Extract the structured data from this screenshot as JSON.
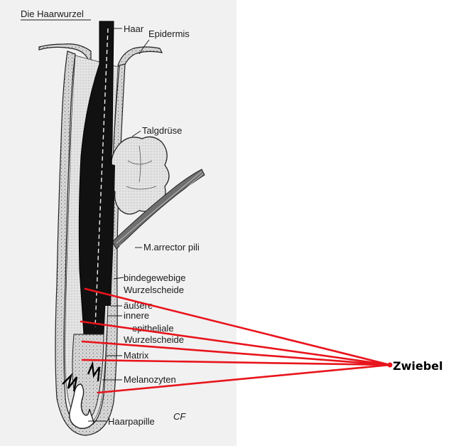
{
  "figure": {
    "title": "Die Haarwurzel",
    "signature": "CF",
    "labels": {
      "haar": "Haar",
      "epidermis": "Epidermis",
      "talgdruese": "Talgdrüse",
      "arrector": "M.arrector pili",
      "bindegewebige_1": "bindegewebige",
      "bindegewebige_2": "Wurzelscheide",
      "aeussere": "äußere",
      "innere": "innere",
      "epitheliale_1": "epitheliale",
      "epitheliale_2": "Wurzelscheide",
      "matrix": "Matrix",
      "melanozyten": "Melanozyten",
      "haarpapille": "Haarpapille"
    }
  },
  "annotation": {
    "label": "Zwiebel",
    "color": "#e8141c"
  },
  "colors": {
    "panel": "#f1f1f1",
    "ink": "#111111",
    "tissue": "#cfcfcf"
  }
}
